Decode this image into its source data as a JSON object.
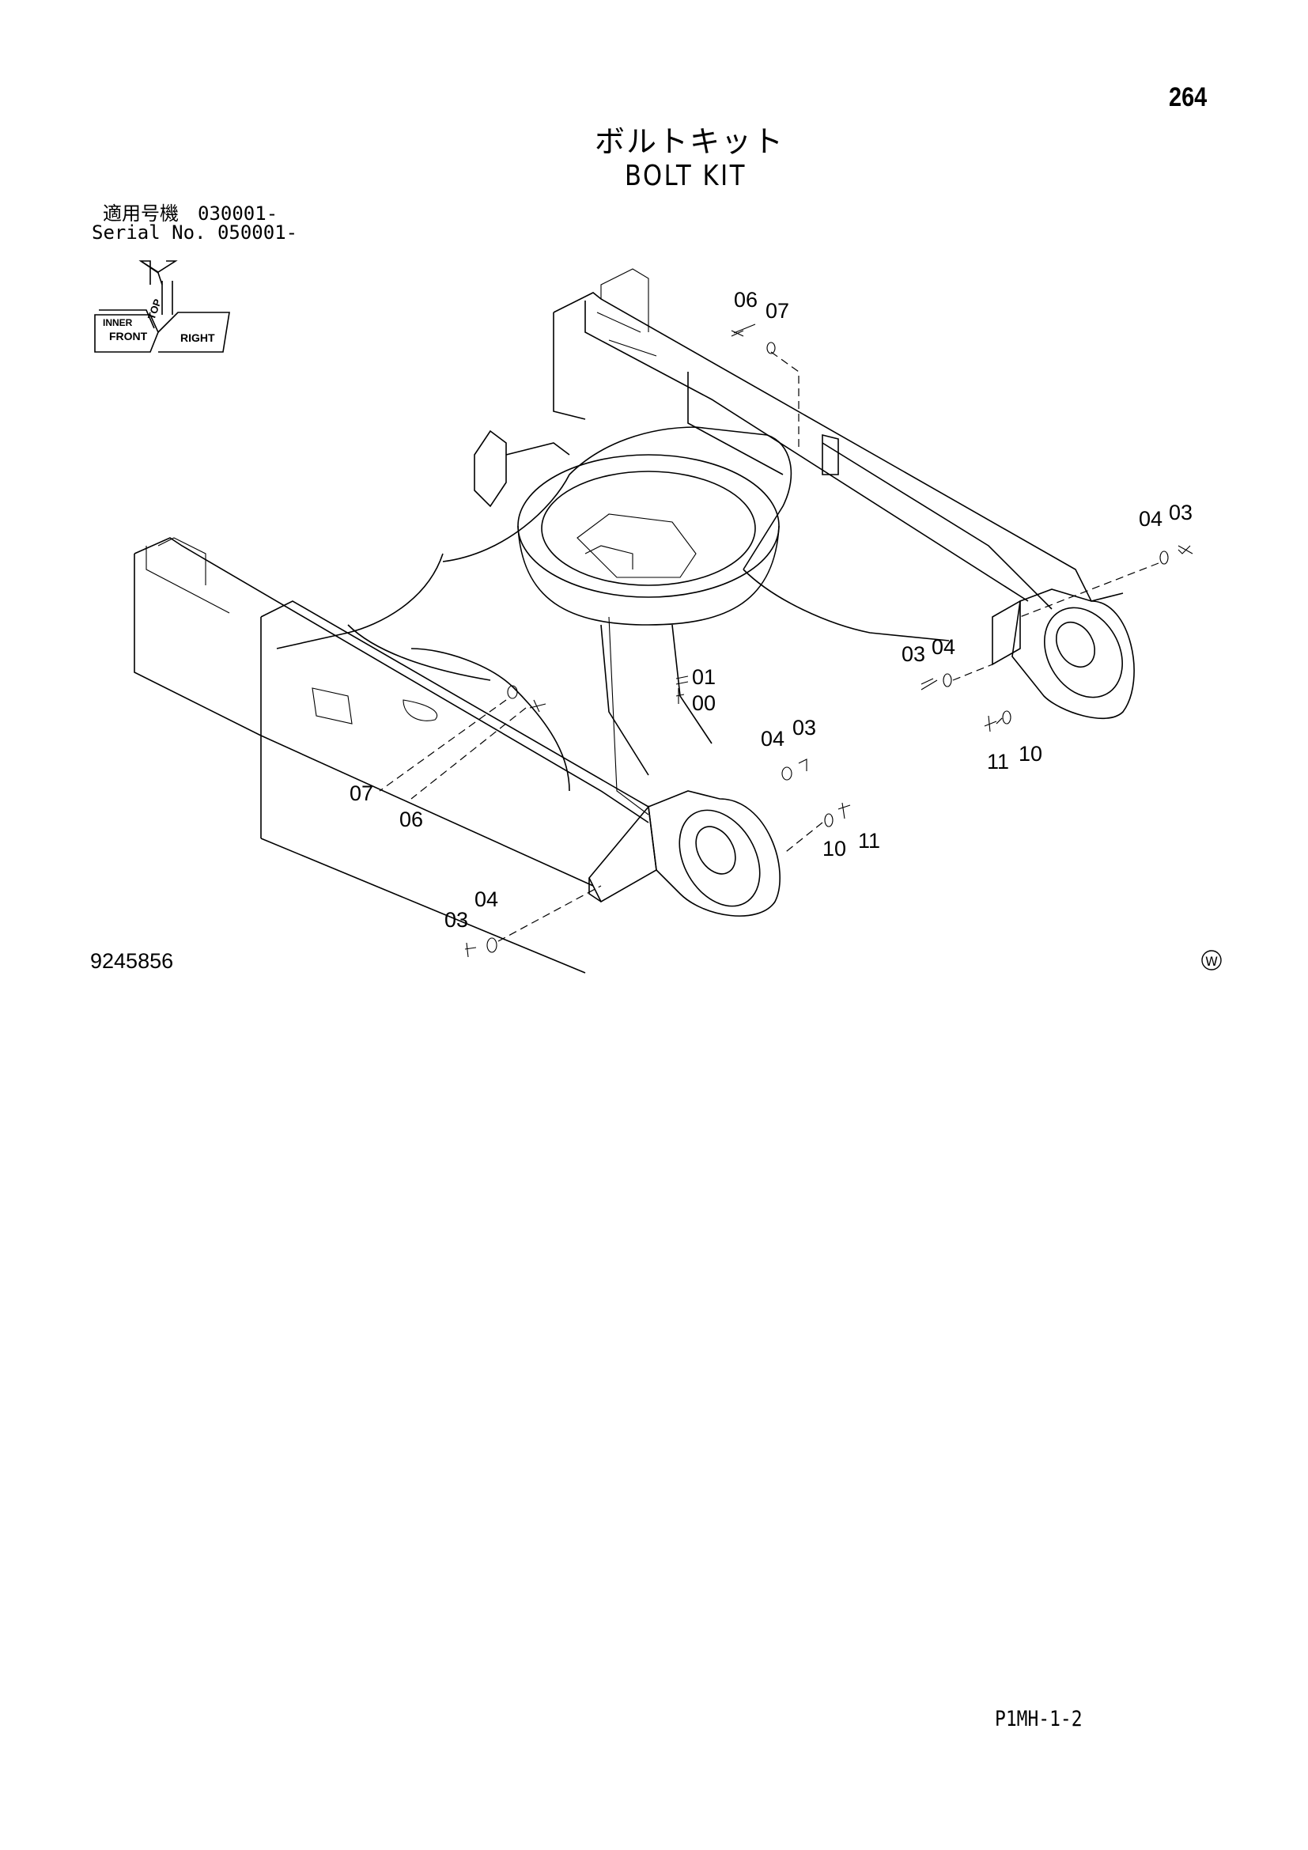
{
  "page_number": "264",
  "title_jp": "ボルトキット",
  "title_en": "BOLT KIT",
  "serial_jp": "適用号機　030001-",
  "serial_en": "Serial No. 050001-",
  "orientation_marker": {
    "labels": [
      "FRONT",
      "TOP",
      "RIGHT",
      "INNER"
    ]
  },
  "callouts": [
    "06",
    "07",
    "04",
    "03",
    "03",
    "04",
    "01",
    "00",
    "11",
    "10",
    "04",
    "03",
    "07",
    "06",
    "10",
    "11",
    "04",
    "03"
  ],
  "drawing_number": "9245856",
  "mark_symbol": "Ⓦ",
  "doc_code": "P1MH-1-2"
}
